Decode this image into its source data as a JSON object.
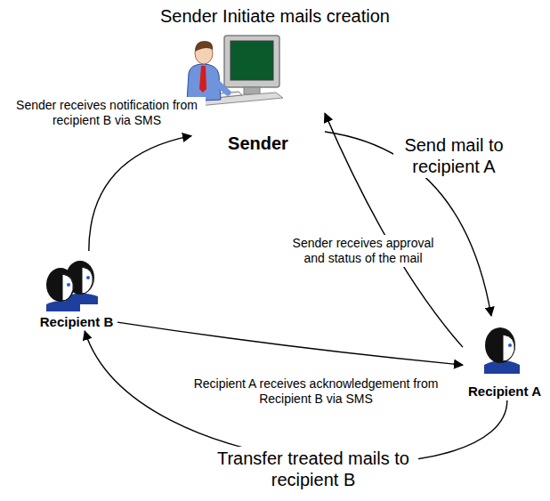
{
  "diagram": {
    "title": "Sender Initiate mails creation",
    "nodes": [
      {
        "text": [
          "Sender"
        ]
      },
      {
        "text": [
          "Recipient B"
        ]
      },
      {
        "text": [
          "Recipient A"
        ]
      }
    ],
    "edges": [
      {
        "from": 0,
        "to": 2,
        "arrow": "to",
        "label": "Send mail to recipient A"
      },
      {
        "from": 2,
        "to": 0,
        "arrow": "to",
        "label": "Sender receives approval and status of the mail"
      },
      {
        "from": 1,
        "to": 0,
        "arrow": "to",
        "label": "Sender receives notification from recipient B via SMS"
      },
      {
        "from": 1,
        "to": 2,
        "arrow": "to",
        "label": "Recipient A receives acknowledgement from Recipient B via SMS"
      },
      {
        "from": 2,
        "to": 1,
        "arrow": "to",
        "label": "Transfer treated mails to recipient B"
      }
    ]
  }
}
